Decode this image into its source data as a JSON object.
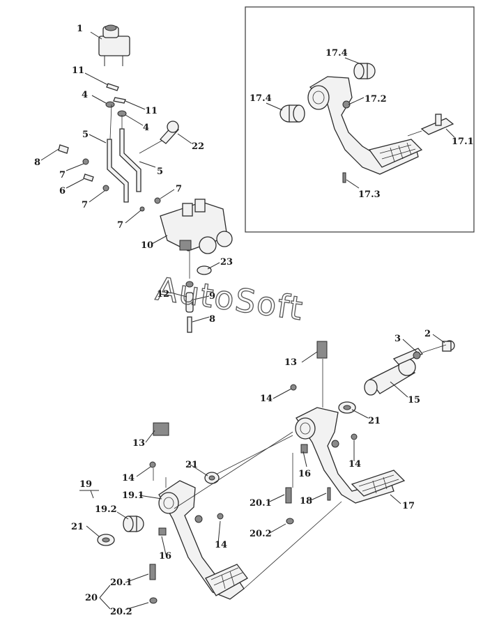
{
  "watermark": "AutoSoft",
  "labels": {
    "l1": "1",
    "l11a": "11",
    "l11b": "11",
    "l4a": "4",
    "l4b": "4",
    "l5a": "5",
    "l5b": "5",
    "l22": "22",
    "l8": "8",
    "l7a": "7",
    "l6": "6",
    "l7b": "7",
    "l7c": "7",
    "l7d": "7",
    "l10": "10",
    "l23": "23",
    "l12": "12",
    "l9": "9",
    "l8b": "8",
    "i174a": "17.4",
    "i174b": "17.4",
    "i172": "17.2",
    "i171": "17.1",
    "i173": "17.3",
    "l3": "3",
    "l2": "2",
    "l13a": "13",
    "l14a": "14",
    "l15": "15",
    "l21a": "21",
    "l13b": "13",
    "l14b": "14",
    "l21b": "21",
    "l16a": "16",
    "l14c": "14",
    "l19": "19",
    "l191": "19.1",
    "l192": "19.2",
    "l201a": "20.1",
    "l18": "18",
    "l17": "17",
    "l202a": "20.2",
    "l21c": "21",
    "l16b": "16",
    "l14d": "14",
    "l201b": "20.1",
    "l20": "20",
    "l202b": "20.2"
  }
}
